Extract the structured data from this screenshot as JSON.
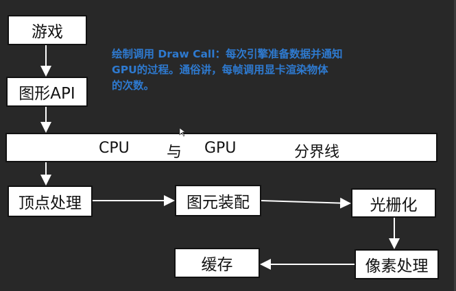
{
  "diagram": {
    "boxes": {
      "game": "游戏",
      "graphics_api": "图形API",
      "divider": {
        "cpu": "CPU",
        "with": "与",
        "gpu": "GPU",
        "label": "分界线"
      },
      "vertex_processing": "顶点处理",
      "primitive_assembly": "图元装配",
      "rasterization": "光栅化",
      "pixel_processing": "像素处理",
      "buffer": "缓存"
    },
    "note": {
      "line1": "绘制调用 Draw Call：每次引擎准备数据并通知",
      "line2": "GPU的过程。通俗讲，每帧调用显卡渲染物体",
      "line3": "的次数。"
    },
    "colors": {
      "background": "#282828",
      "box_fill": "#ffffff",
      "note_text": "#2e7ad0",
      "arrow": "#ffffff"
    }
  }
}
